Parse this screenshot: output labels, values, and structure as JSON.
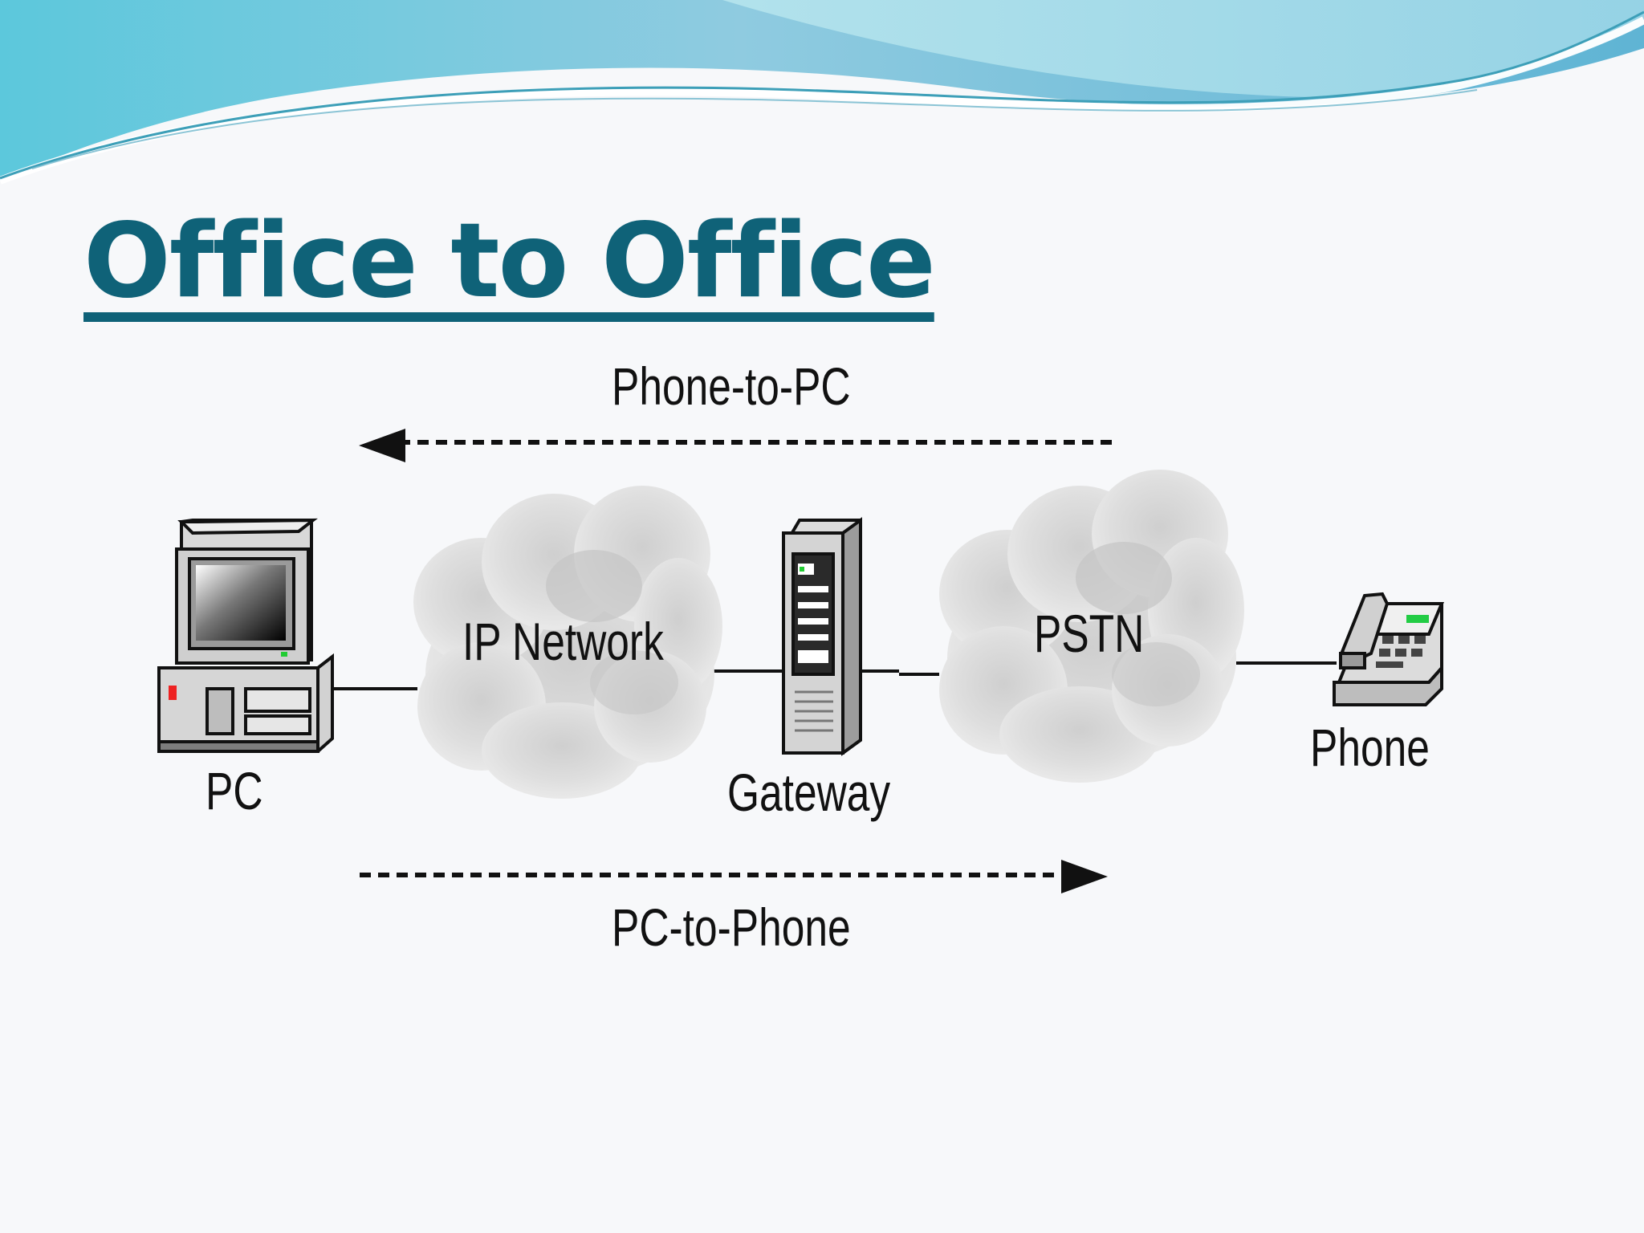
{
  "slide": {
    "title": "Office to Office"
  },
  "diagram": {
    "nodes": [
      {
        "id": "pc",
        "label": "PC",
        "icon": "desktop-computer-icon"
      },
      {
        "id": "ip_network",
        "label": "IP Network",
        "icon": "cloud-icon"
      },
      {
        "id": "gateway",
        "label": "Gateway",
        "icon": "server-tower-icon"
      },
      {
        "id": "pstn",
        "label": "PSTN",
        "icon": "cloud-icon"
      },
      {
        "id": "phone",
        "label": "Phone",
        "icon": "desk-phone-icon"
      }
    ],
    "links": [
      {
        "from": "pc",
        "to": "ip_network"
      },
      {
        "from": "ip_network",
        "to": "gateway"
      },
      {
        "from": "gateway",
        "to": "pstn"
      },
      {
        "from": "pstn",
        "to": "phone"
      }
    ],
    "flows": {
      "top": {
        "label": "Phone-to-PC",
        "direction": "right-to-left"
      },
      "bottom": {
        "label": "PC-to-Phone",
        "direction": "left-to-right"
      }
    }
  },
  "colors": {
    "title": "#0f6278",
    "wave_light": "#a9dfe8",
    "wave_mid": "#7ccfe0",
    "wave_dark": "#4aa9c8"
  }
}
